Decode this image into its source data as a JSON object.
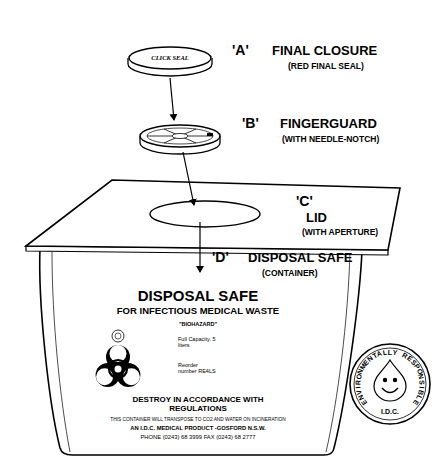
{
  "diagram": {
    "nodes": [
      {
        "text": [
          "CLICK SEAL"
        ]
      },
      {
        "text": [
          "DISPOSAL SAFE",
          "FOR INFECTIOUS MEDICAL WASTE",
          "\"BIOHAZARD\"",
          "Full Capacity. 5 liters",
          "Reorder number RE4LS",
          "DESTROY IN ACCORDANCE WITH REGULATIONS",
          "THIS CONTAINER WILL TRANSPOSE TO CO2 AND WATER ON INCINERATION",
          "AN I.D.C. MEDICAL PRODUCT -GOSFORD N.S.W.",
          "PHONE (0243) 68 3999 FAX (0243) 68 2777"
        ]
      },
      {
        "text": [
          "ENVIRONMENTALLY RESPONSIBLE",
          "I.D.C."
        ]
      }
    ],
    "labels": [
      "'A'",
      "FINAL CLOSURE",
      "(RED FINAL SEAL)",
      "'B'",
      "FINGERGUARD",
      "(WITH NEEDLE-NOTCH)",
      "'C'",
      "LID",
      "(WITH APERTURE)",
      "'D'",
      "DISPOSAL SAFE",
      "(CONTAINER)"
    ]
  }
}
